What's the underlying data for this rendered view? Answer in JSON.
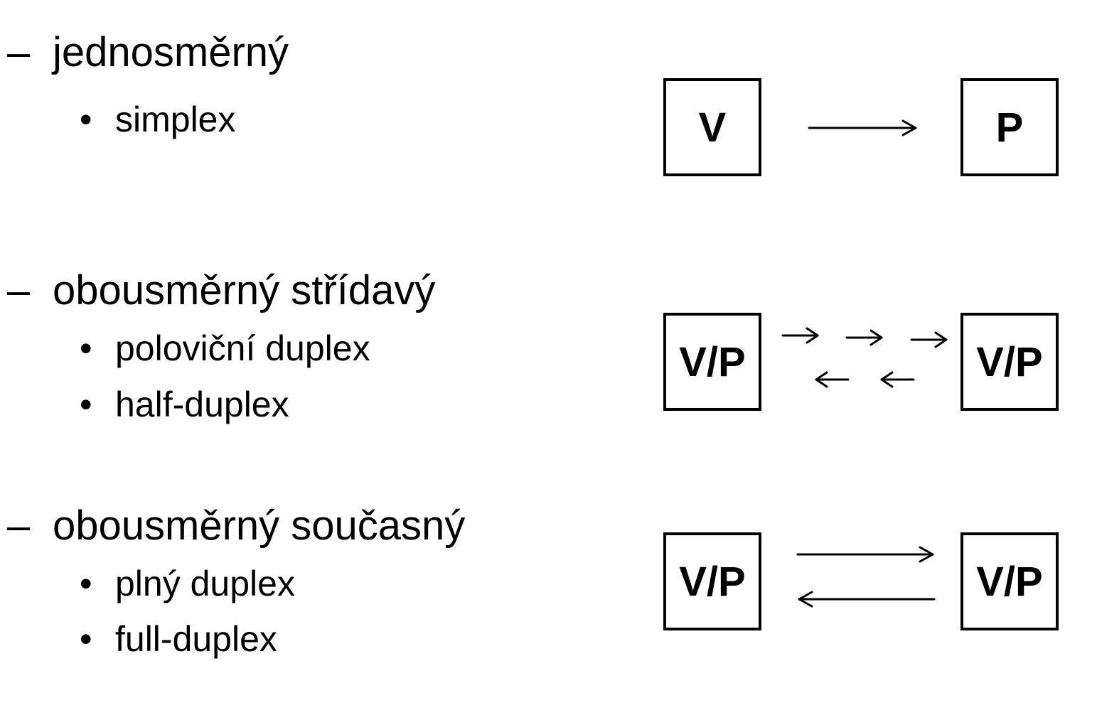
{
  "modes": [
    {
      "heading": "jednosměrný",
      "subitems": [
        "simplex"
      ],
      "left_box": "V",
      "right_box": "P",
      "arrow_type": "one-way"
    },
    {
      "heading": "obousměrný střídavý",
      "subitems": [
        "poloviční duplex",
        "half-duplex"
      ],
      "left_box": "V/P",
      "right_box": "V/P",
      "arrow_type": "alternating"
    },
    {
      "heading": "obousměrný současný",
      "subitems": [
        "plný duplex",
        "full-duplex"
      ],
      "left_box": "V/P",
      "right_box": "V/P",
      "arrow_type": "simultaneous"
    }
  ],
  "symbols": {
    "dash": "–",
    "bullet": "•"
  }
}
